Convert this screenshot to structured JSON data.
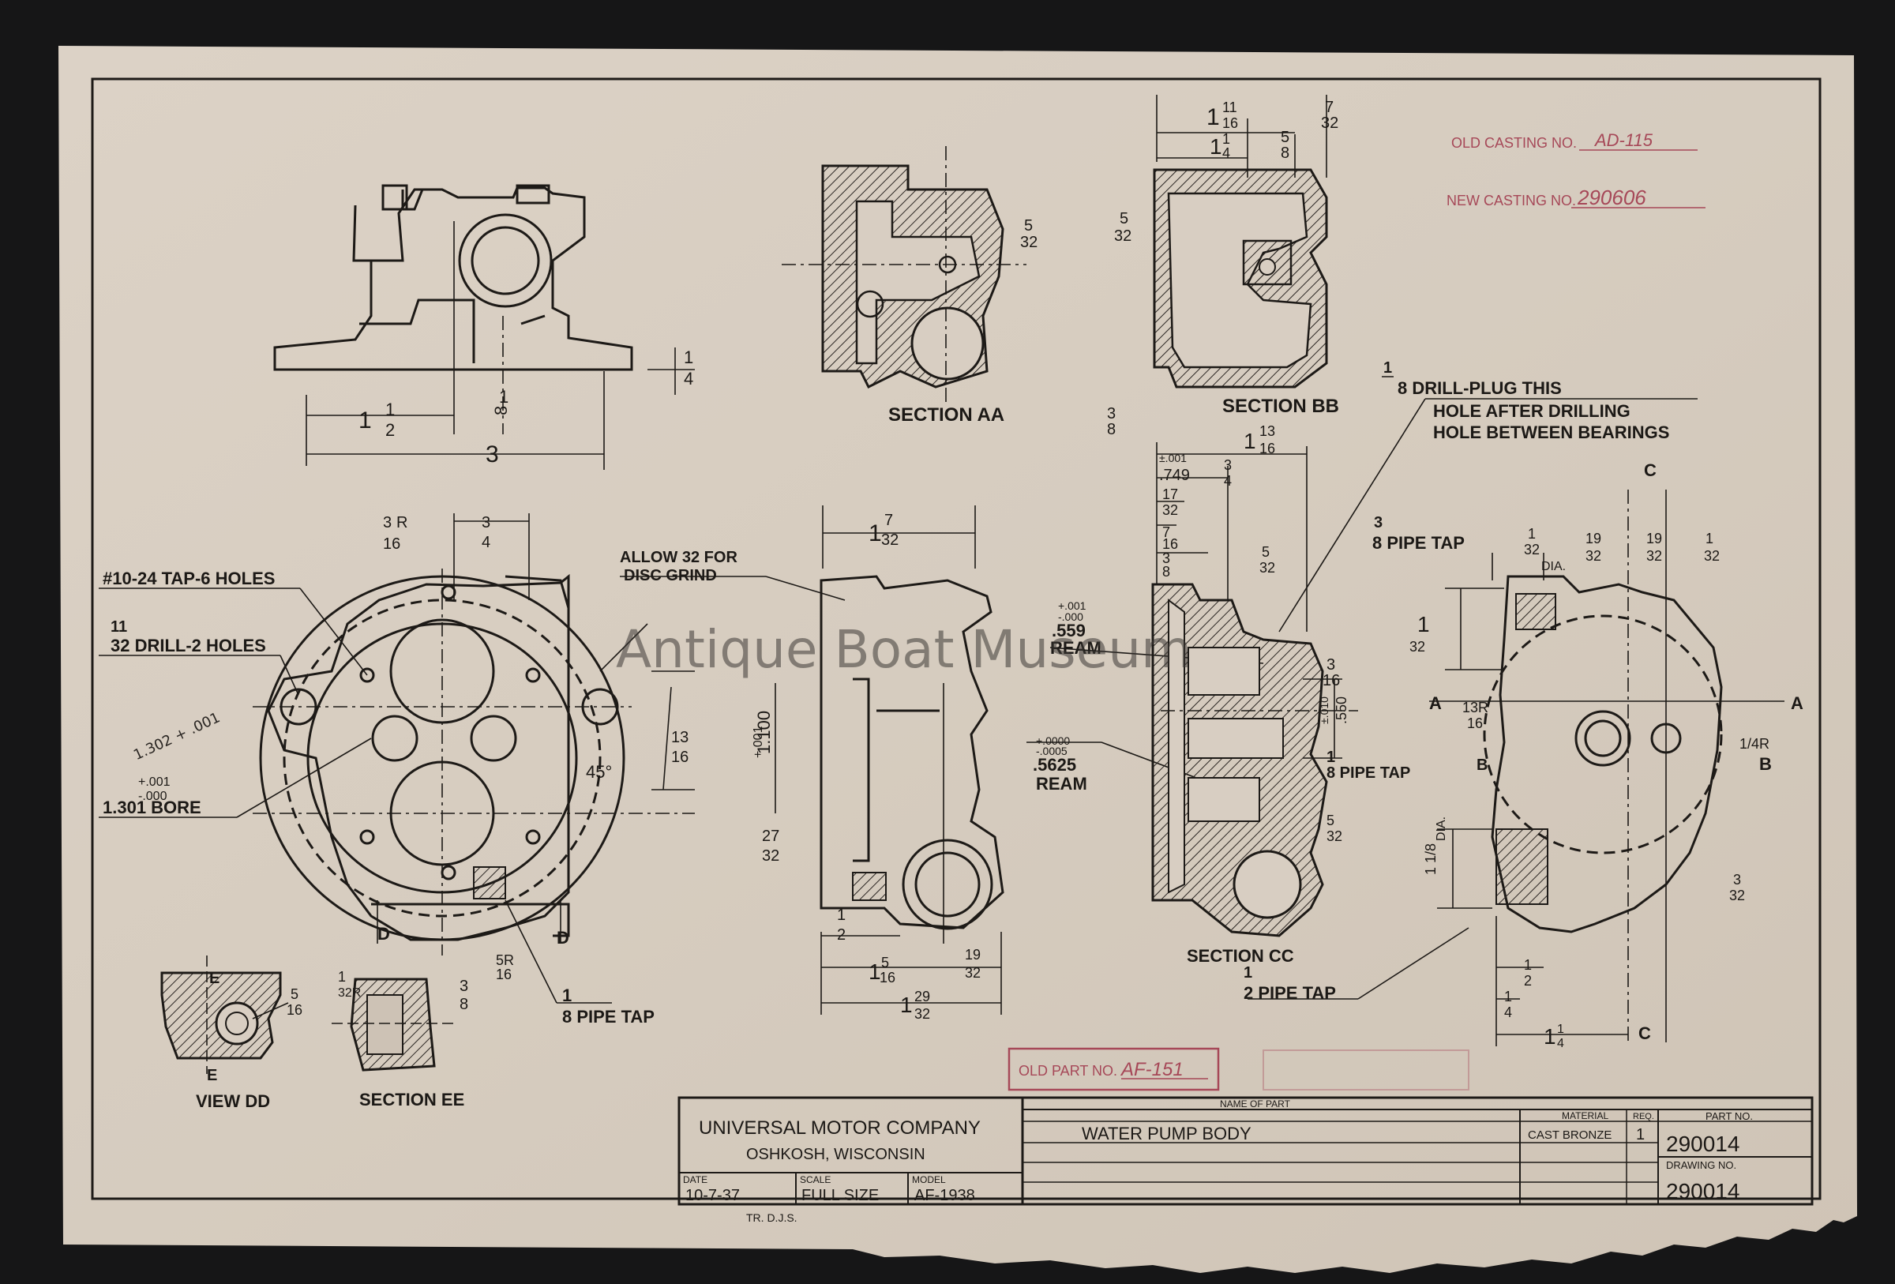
{
  "watermark": "Antique Boat Museum",
  "stamps": {
    "old_casting_label": "OLD CASTING NO.",
    "old_casting_value": "AD-115",
    "new_casting_label": "NEW CASTING NO.",
    "new_casting_value": "290606",
    "old_part_label": "OLD PART NO.",
    "old_part_value": "AF-151"
  },
  "title_block": {
    "company": "UNIVERSAL MOTOR COMPANY",
    "location": "OSHKOSH, WISCONSIN",
    "date_label": "DATE",
    "date_value": "10-7-37",
    "scale_label": "SCALE",
    "scale_value": "FULL SIZE",
    "model_label": "MODEL",
    "model_value": "AF-1938",
    "name_label": "NAME OF PART",
    "name_value": "WATER PUMP BODY",
    "material_label": "MATERIAL",
    "material_value": "CAST BRONZE",
    "req_label": "REQ.",
    "req_value": "1",
    "part_no_label": "PART NO.",
    "part_no_value": "290014",
    "drawing_no_label": "DRAWING NO.",
    "drawing_no_value": "290014",
    "tracer": "TR. D.J.S."
  },
  "sections": {
    "aa": "SECTION AA",
    "bb": "SECTION BB",
    "cc": "SECTION CC",
    "ee": "SECTION EE",
    "dd": "VIEW DD"
  },
  "notes": {
    "tap_holes": "#10-24 TAP-6 HOLES",
    "drill_holes": "32 DRILL-2 HOLES",
    "bore": "1.301 BORE",
    "allow": "ALLOW 32 FOR",
    "disc_grind": "DISC GRIND",
    "drill_plug_1": "8 DRILL-PLUG THIS",
    "drill_plug_2": "HOLE AFTER DRILLING",
    "drill_plug_3": "HOLE BETWEEN BEARINGS",
    "pipe_tap_3_8": "8 PIPE TAP",
    "pipe_tap_1_8_b": "8 PIPE TAP",
    "pipe_tap_1_8": "8 PIPE TAP",
    "pipe_tap_1_2": "2 PIPE TAP",
    "ream_559": ".559",
    "ream_label_1": "REAM",
    "ream_5625": ".5625",
    "ream_label_2": "REAM"
  },
  "dims": {
    "d_3": "3",
    "d_749": ".749",
    "d_001": "±.001",
    "d_tol_plus": "+.001",
    "d_tol_minus": "-.000",
    "d_1100": "1.100",
    "d_550": ".550",
    "d_ream_tol_plus": "+.0000",
    "d_ream_tol_minus": "-.0005",
    "d_45": "45°",
    "dia": "DIA.",
    "r": "R",
    "a": "A",
    "b": "B",
    "c": "C",
    "d": "D",
    "e": "E"
  }
}
